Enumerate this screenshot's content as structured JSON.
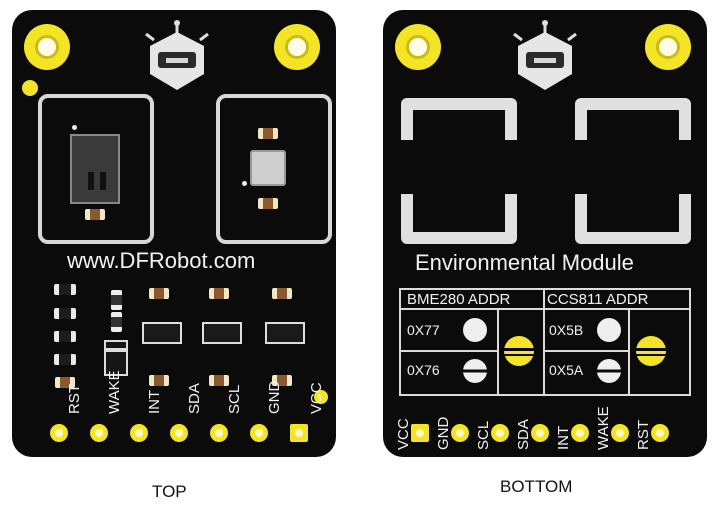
{
  "top_board": {
    "url_text": "www.DFRobot.com",
    "pin_labels": [
      "RST",
      "WAKE",
      "INT",
      "SDA",
      "SCL",
      "GND",
      "VCC"
    ],
    "caption": "TOP"
  },
  "bottom_board": {
    "title": "Environmental Module",
    "addr_headers": [
      "BME280 ADDR",
      "CCS811 ADDR"
    ],
    "bme_addrs": [
      "0X77",
      "0X76"
    ],
    "ccs_addrs": [
      "0X5B",
      "0X5A"
    ],
    "pin_labels": [
      "VCC",
      "GND",
      "SCL",
      "SDA",
      "INT",
      "WAKE",
      "RST"
    ],
    "caption": "BOTTOM"
  },
  "colors": {
    "board": "#0b0b0b",
    "pad": "#f3e526",
    "silk": "#f2f2f2"
  },
  "icons": [
    "dfrobot-logo-icon"
  ]
}
